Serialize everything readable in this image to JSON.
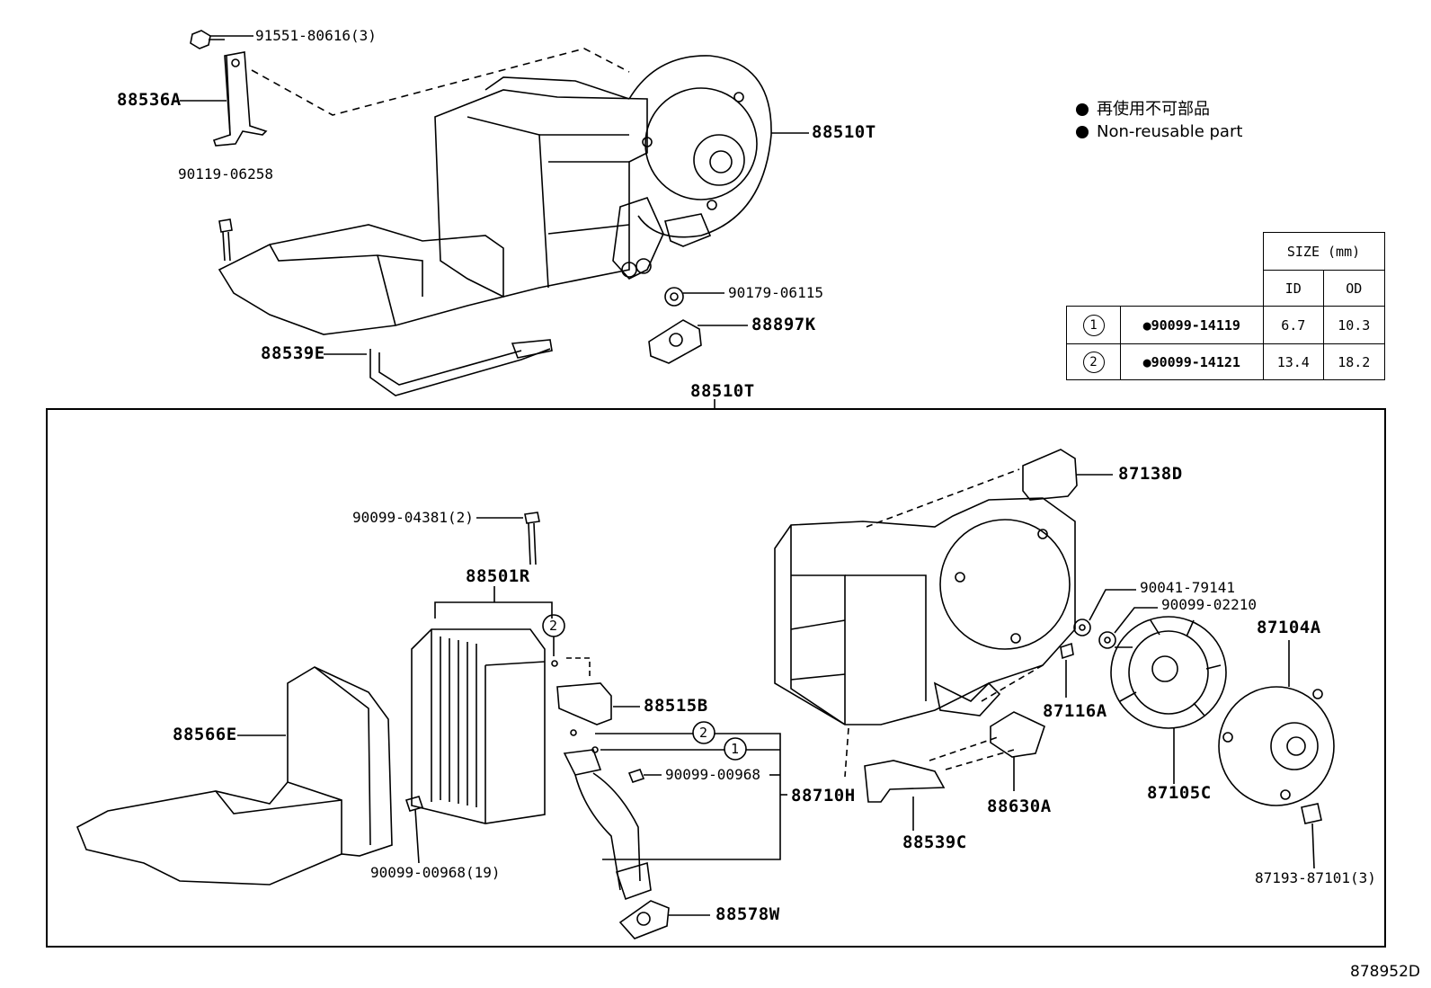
{
  "legend": {
    "jp": "再使用不可部品",
    "en": "Non-reusable part"
  },
  "size_table": {
    "header": "SIZE (mm)",
    "col_id": "ID",
    "col_od": "OD",
    "rows": [
      {
        "num": "1",
        "part": "90099-14119",
        "id": "6.7",
        "od": "10.3"
      },
      {
        "num": "2",
        "part": "90099-14121",
        "id": "13.4",
        "od": "18.2"
      }
    ]
  },
  "labels": {
    "p91551": "91551-80616(3)",
    "p88536A": "88536A",
    "p90119": "90119-06258",
    "p88510T_top": "88510T",
    "p90179": "90179-06115",
    "p88897K": "88897K",
    "p88539E": "88539E",
    "p88510T_box": "88510T",
    "p87138D": "87138D",
    "p90099_04381": "90099-04381(2)",
    "p88501R": "88501R",
    "p90041": "90041-79141",
    "p90099_02210": "90099-02210",
    "p87104A": "87104A",
    "p88515B": "88515B",
    "p87116A": "87116A",
    "p88566E": "88566E",
    "p90099_00968": "90099-00968",
    "p88710H": "88710H",
    "p88630A": "88630A",
    "p87105C": "87105C",
    "p88539C": "88539C",
    "p90099_00968_19": "90099-00968(19)",
    "p87193": "87193-87101(3)",
    "p88578W": "88578W",
    "circ1": "1",
    "circ2": "2",
    "circ2b": "2"
  },
  "figure_id": "878952D"
}
